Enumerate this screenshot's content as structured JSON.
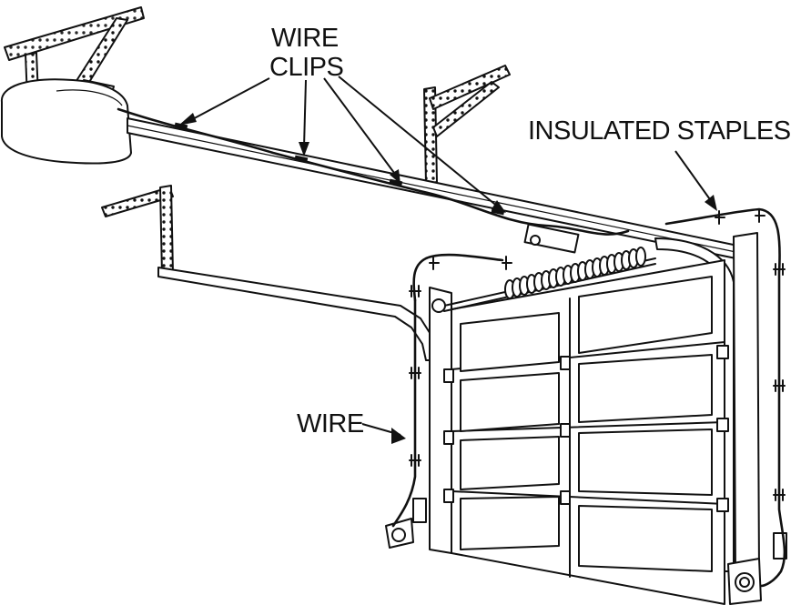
{
  "labels": {
    "wire_clips_line1": "WIRE",
    "wire_clips_line2": "CLIPS",
    "insulated_staples": "INSULATED STAPLES",
    "wire": "WIRE"
  },
  "colors": {
    "ink": "#111111",
    "background": "#ffffff"
  }
}
